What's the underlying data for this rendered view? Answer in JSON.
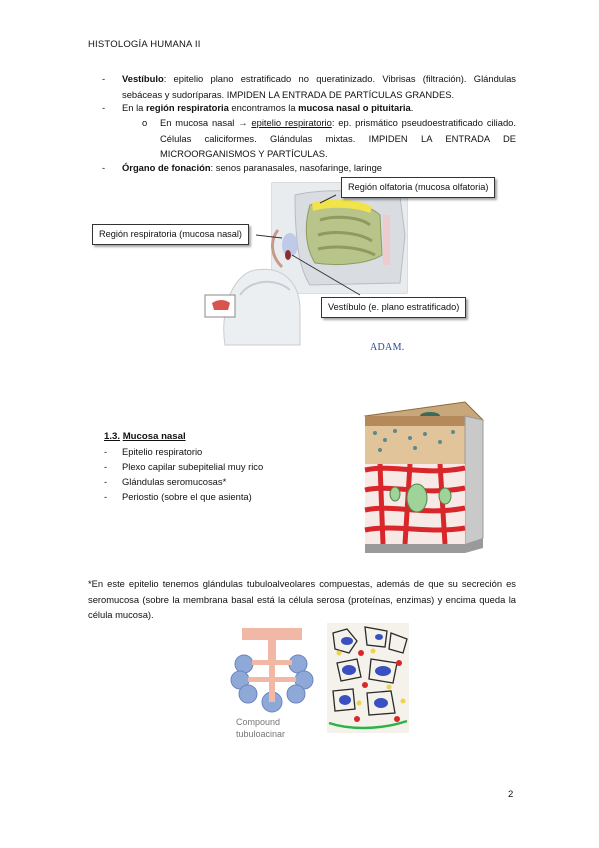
{
  "header": "HISTOLOGÍA HUMANA II",
  "bullets": {
    "b1_label": "Vestíbulo",
    "b1_text": ": epitelio plano estratificado no queratinizado. Vibrisas (filtración). Glándulas sebáceas y sudoríparas. IMPIDEN LA ENTRADA DE PARTÍCULAS GRANDES.",
    "b2_pre": "En la ",
    "b2_bold1": "región respiratoria",
    "b2_mid": " encontramos la ",
    "b2_bold2": "mucosa nasal o pituitaria",
    "b2_end": ".",
    "sub_pre": "En mucosa nasal → ",
    "sub_underline": "epitelio respiratorio",
    "sub_text": ": ep. prismático pseudoestratificado ciliado. Células caliciformes. Glándulas mixtas. IMPIDEN LA ENTRADA DE MICROORGANISMOS Y PARTÍCULAS.",
    "b3_label": "Órgano de fonación",
    "b3_text": ": senos paranasales, nasofaringe, laringe",
    "dash": "-",
    "sub_marker": "o"
  },
  "figure1": {
    "callout_olfatoria": "Región olfatoria (mucosa olfatoria)",
    "callout_respiratoria": "Región respiratoria (mucosa nasal)",
    "callout_vestibulo": "Vestíbulo (e. plano estratificado)",
    "credit": "ADAM."
  },
  "section": {
    "number": "1.3.",
    "title": "Mucosa nasal",
    "items": [
      "Epitelio respiratorio",
      "Plexo capilar subepitelial muy rico",
      "Glándulas seromucosas*",
      "Periostio (sobre el que asienta)"
    ]
  },
  "note": "*En este epitelio tenemos glándulas tubuloalveolares compuestas, además de que su secreción es seromucosa (sobre la membrana basal está la célula serosa (proteínas, enzimas) y encima queda la célula mucosa).",
  "figure3": {
    "caption_line1": "Compound",
    "caption_line2": "tubuloacinar"
  },
  "page_number": "2",
  "colors": {
    "text": "#111111",
    "olfactory_yellow": "#f2e34a",
    "mucosa_green": "#b9c48a",
    "capillary_red": "#d8262b",
    "gland_pink": "#f1b8a6",
    "gland_blue": "#8ea8d8"
  }
}
